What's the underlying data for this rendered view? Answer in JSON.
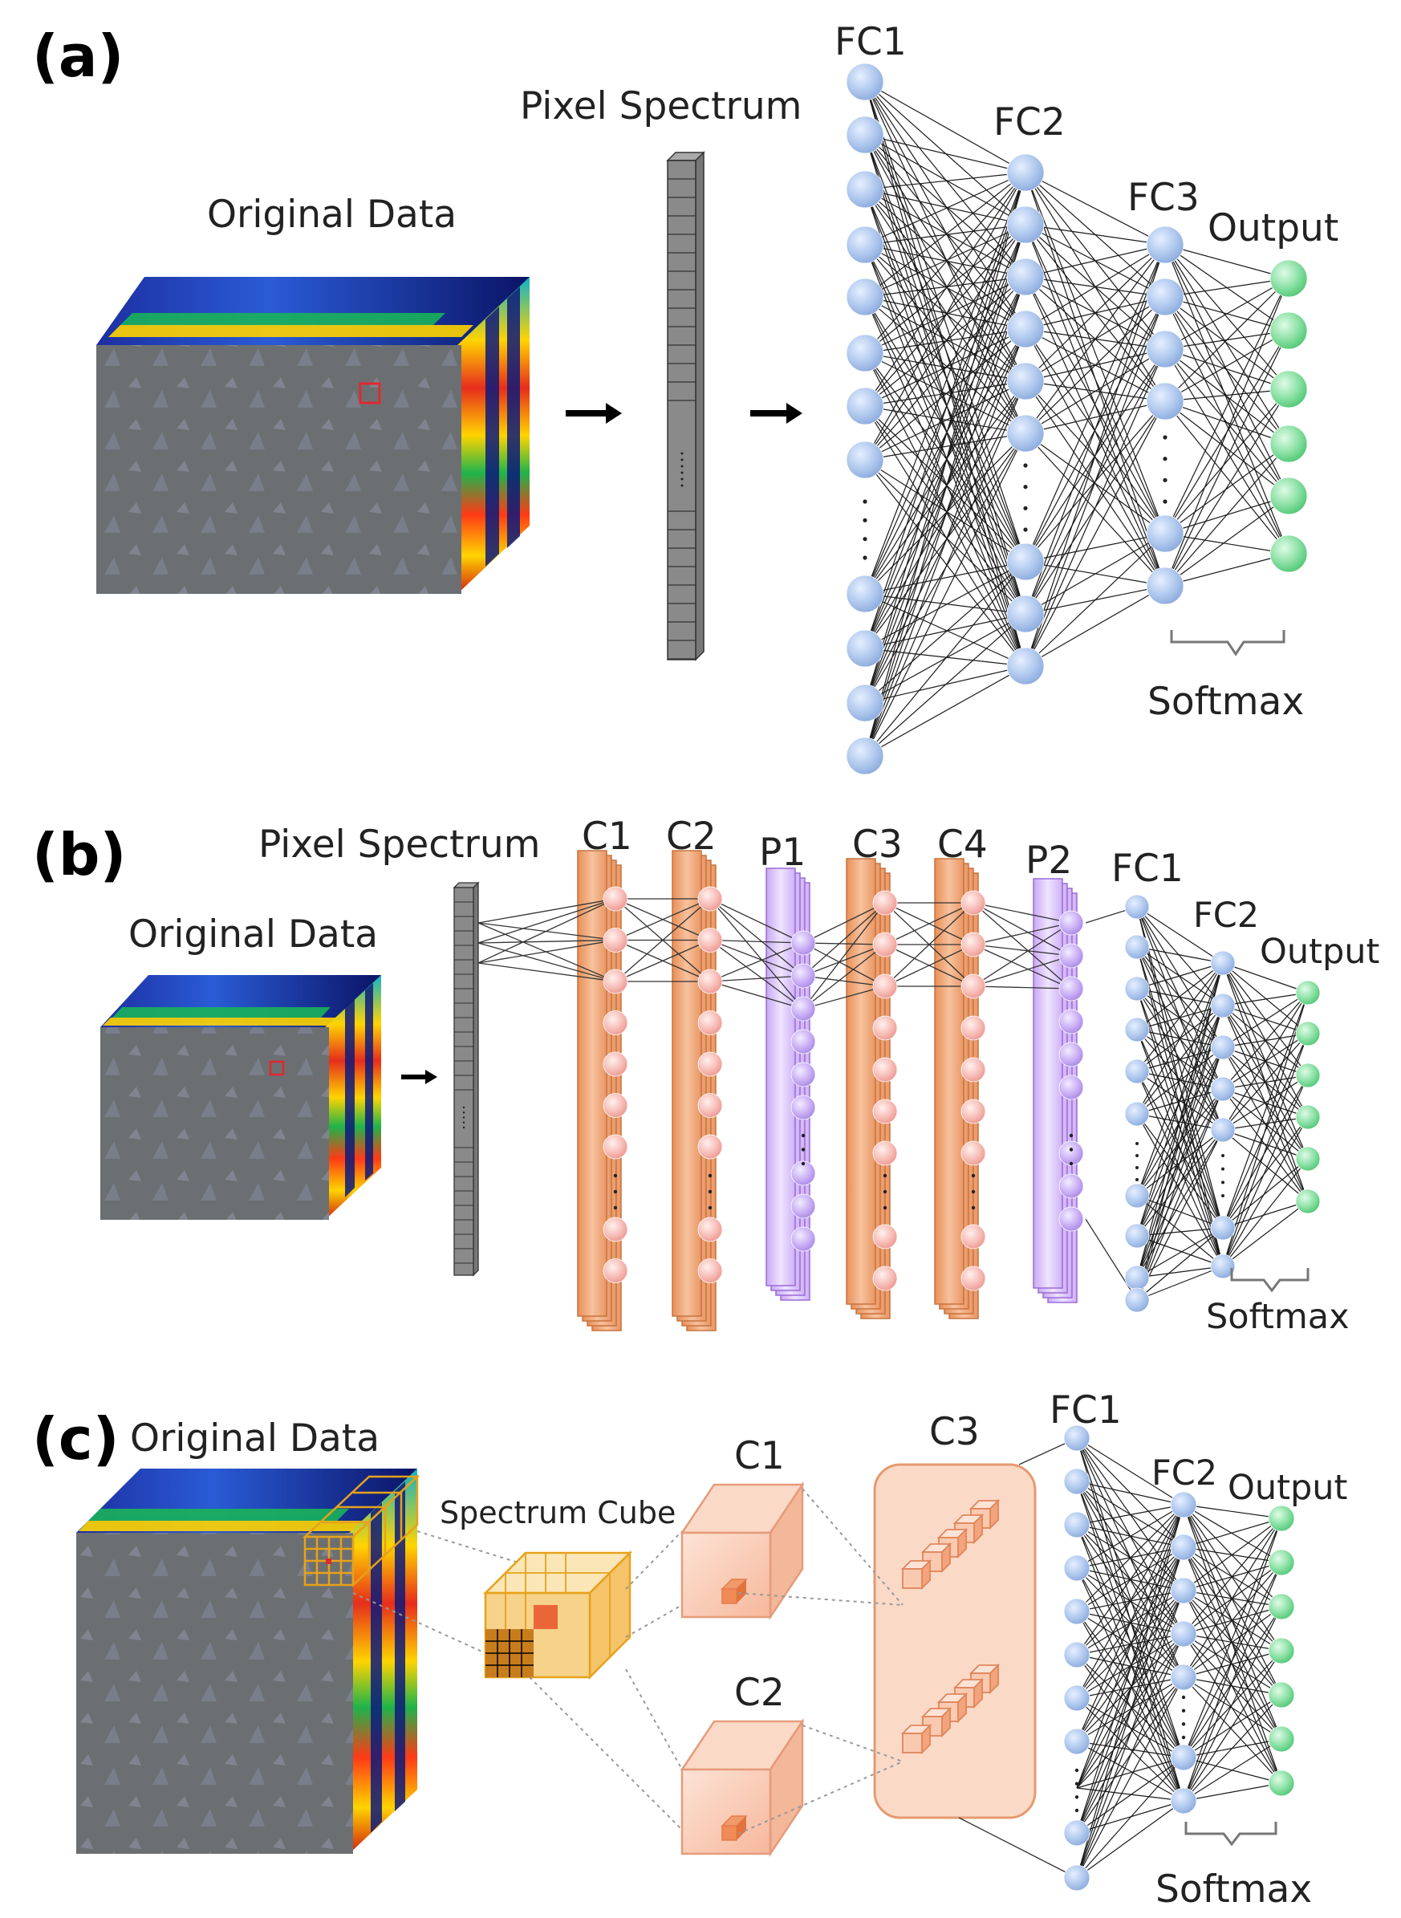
{
  "panels": {
    "a": {
      "tag": "(a)",
      "original_data": "Original Data",
      "pixel_spectrum": "Pixel Spectrum",
      "fc1": "FC1",
      "fc2": "FC2",
      "fc3": "FC3",
      "output": "Output",
      "softmax": "Softmax"
    },
    "b": {
      "tag": "(b)",
      "original_data": "Original Data",
      "pixel_spectrum": "Pixel Spectrum",
      "c1": "C1",
      "c2": "C2",
      "p1": "P1",
      "c3": "C3",
      "c4": "C4",
      "p2": "P2",
      "fc1": "FC1",
      "fc2": "FC2",
      "output": "Output",
      "softmax": "Softmax"
    },
    "c": {
      "tag": "(c)",
      "original_data": "Original Data",
      "spectrum_cube": "Spectrum Cube",
      "c1": "C1",
      "c2": "C2",
      "c3": "C3",
      "fc1": "FC1",
      "fc2": "FC2",
      "output": "Output",
      "softmax": "Softmax"
    }
  },
  "colors": {
    "fc_node": "#a9c4ec",
    "output_node": "#7fdc9a",
    "conv_node": "#f6b3ad",
    "pool_node": "#c3a6f2",
    "conv_layer": "#f2b38a",
    "pool_layer": "#dcc4f7",
    "cube_face": "#5b5b5b",
    "highlight": "#e0282e"
  }
}
